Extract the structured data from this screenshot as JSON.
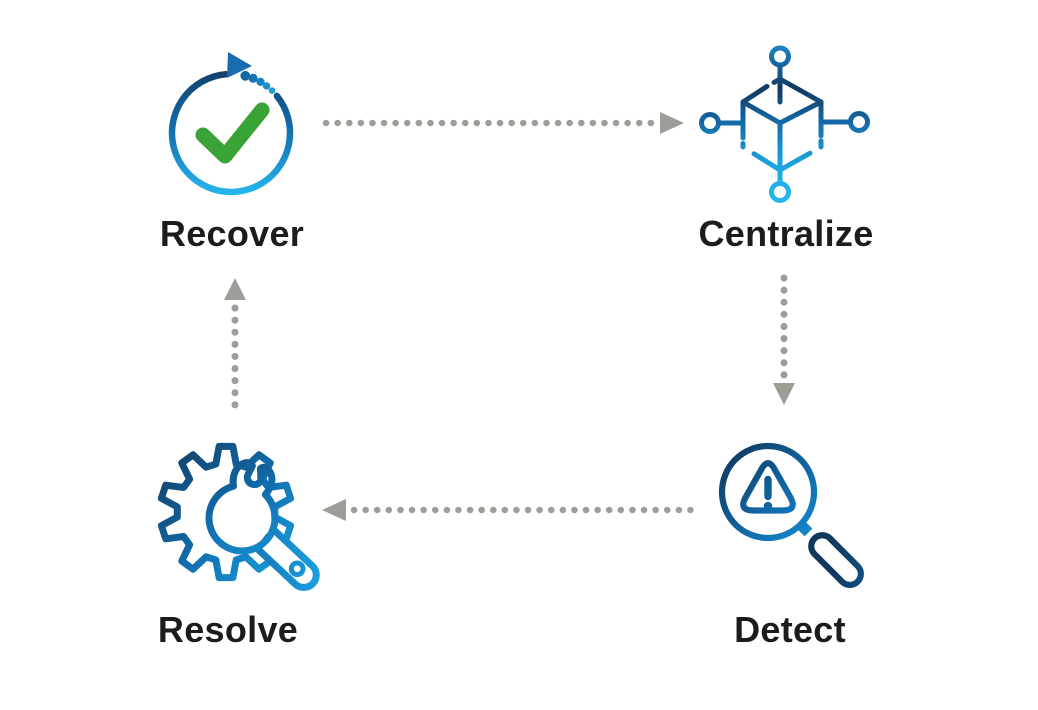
{
  "diagram": {
    "type": "cycle",
    "nodes": {
      "recover": {
        "label": "Recover",
        "icon": "recover-cycle-check-icon"
      },
      "centralize": {
        "label": "Centralize",
        "icon": "centralize-network-cube-icon"
      },
      "detect": {
        "label": "Detect",
        "icon": "detect-magnifier-alert-icon"
      },
      "resolve": {
        "label": "Resolve",
        "icon": "resolve-gear-wrench-icon"
      }
    },
    "flow": [
      {
        "from": "Recover",
        "to": "Centralize"
      },
      {
        "from": "Centralize",
        "to": "Detect"
      },
      {
        "from": "Detect",
        "to": "Resolve"
      },
      {
        "from": "Resolve",
        "to": "Recover"
      }
    ],
    "colors": {
      "icon_gradient_dark": "#123a60",
      "icon_gradient_light": "#29c0f4",
      "check_green": "#3aa338",
      "arrow_gray": "#9e9d98",
      "label_text": "#1c1c1c",
      "background": "#ffffff"
    }
  }
}
